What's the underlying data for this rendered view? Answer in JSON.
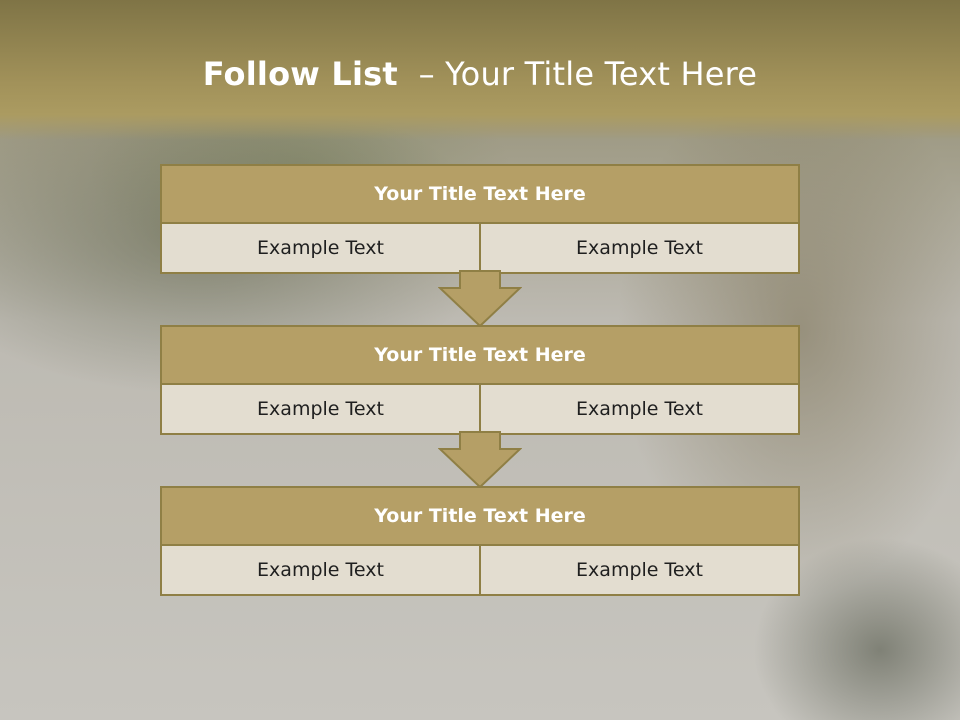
{
  "slide": {
    "title_bold": "Follow List",
    "title_rest": "  – Your Title Text Here"
  },
  "steps": [
    {
      "title": "Your Title Text Here",
      "left": "Example Text",
      "right": "Example Text"
    },
    {
      "title": "Your Title Text Here",
      "left": "Example Text",
      "right": "Example Text"
    },
    {
      "title": "Your Title Text Here",
      "left": "Example Text",
      "right": "Example Text"
    }
  ],
  "colors": {
    "band": "#a2925a",
    "header_fill": "#b59f66",
    "cell_fill": "#e3ddd0",
    "border": "#8f7f45"
  },
  "icons": [
    "arrow-down-icon",
    "arrow-down-icon"
  ]
}
